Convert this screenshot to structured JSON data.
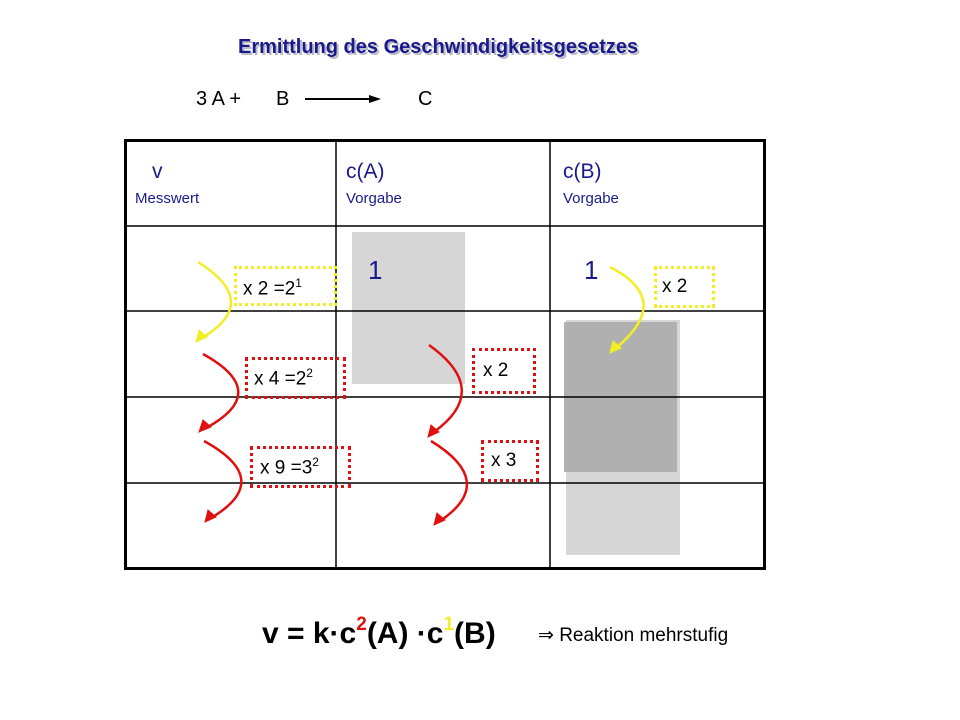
{
  "title": "Ermittlung des Geschwindigkeitsgesetzes",
  "reaction": {
    "left": "3 A +",
    "middle": "B",
    "product": "C"
  },
  "table": {
    "headers": [
      {
        "main": "v",
        "sub": "Messwert"
      },
      {
        "main": "c(A)",
        "sub": "Vorgabe"
      },
      {
        "main": "c(B)",
        "sub": "Vorgabe"
      }
    ],
    "cA_value": "1",
    "cB_value": "1"
  },
  "ratios": {
    "v1": {
      "base": "x 2 =2",
      "exp": "1"
    },
    "v2": {
      "base": "x 4 =2",
      "exp": "2"
    },
    "v3": {
      "base": "x 9 =3",
      "exp": "2"
    },
    "a1": "x 2",
    "a2": "x 3",
    "b1": "x 2"
  },
  "equation": {
    "prefix": "v = k·c",
    "exp_a": "2",
    "middle": "(A) ·c",
    "exp_b": "1",
    "suffix": "(B)"
  },
  "conclusion": {
    "arrow": "⇒",
    "text": "Reaktion mehrstufig"
  },
  "colors": {
    "title": "#1a1a8c",
    "yellow": "#f2ee22",
    "red": "#e01010",
    "gray_light": "#d6d6d6",
    "gray_dark": "#b0b0b0"
  }
}
